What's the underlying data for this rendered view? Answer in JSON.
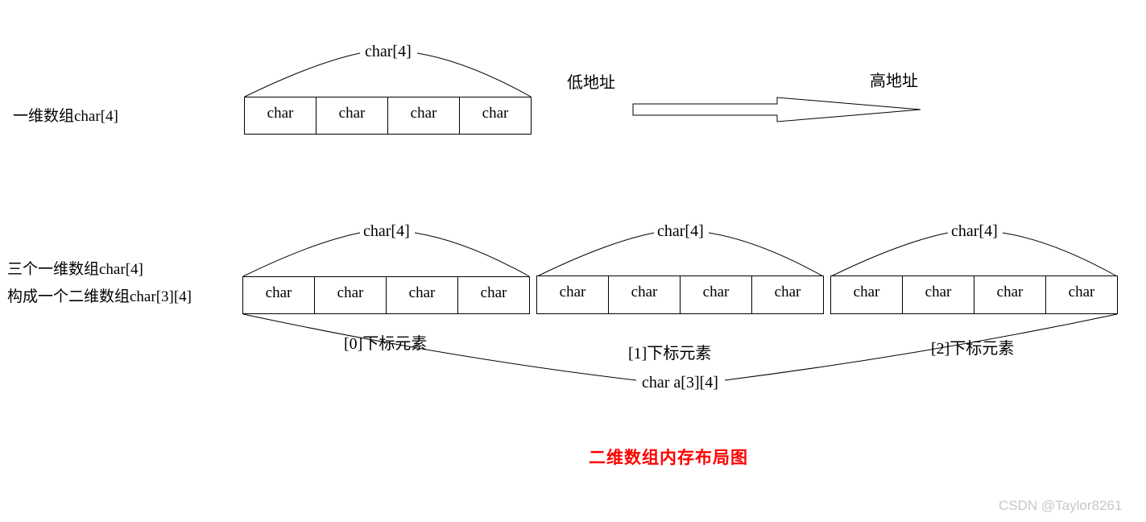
{
  "one_dim": {
    "row_label": "一维数组char[4]",
    "brace_label": "char[4]",
    "cells": [
      "char",
      "char",
      "char",
      "char"
    ]
  },
  "address": {
    "low": "低地址",
    "high": "高地址"
  },
  "two_dim": {
    "row_label_line1": "三个一维数组char[4]",
    "row_label_line2": "构成一个二维数组char[3][4]",
    "arrays": [
      {
        "brace_label": "char[4]",
        "cells": [
          "char",
          "char",
          "char",
          "char"
        ],
        "index_label": "[0]下标元素"
      },
      {
        "brace_label": "char[4]",
        "cells": [
          "char",
          "char",
          "char",
          "char"
        ],
        "index_label": "[1]下标元素"
      },
      {
        "brace_label": "char[4]",
        "cells": [
          "char",
          "char",
          "char",
          "char"
        ],
        "index_label": "[2]下标元素"
      }
    ],
    "whole_label": "char a[3][4]"
  },
  "caption": "二维数组内存布局图",
  "watermark": "CSDN @Taylor8261",
  "colors": {
    "line": "#000000",
    "caption": "#ff0000",
    "watermark": "#c8c8c8"
  }
}
